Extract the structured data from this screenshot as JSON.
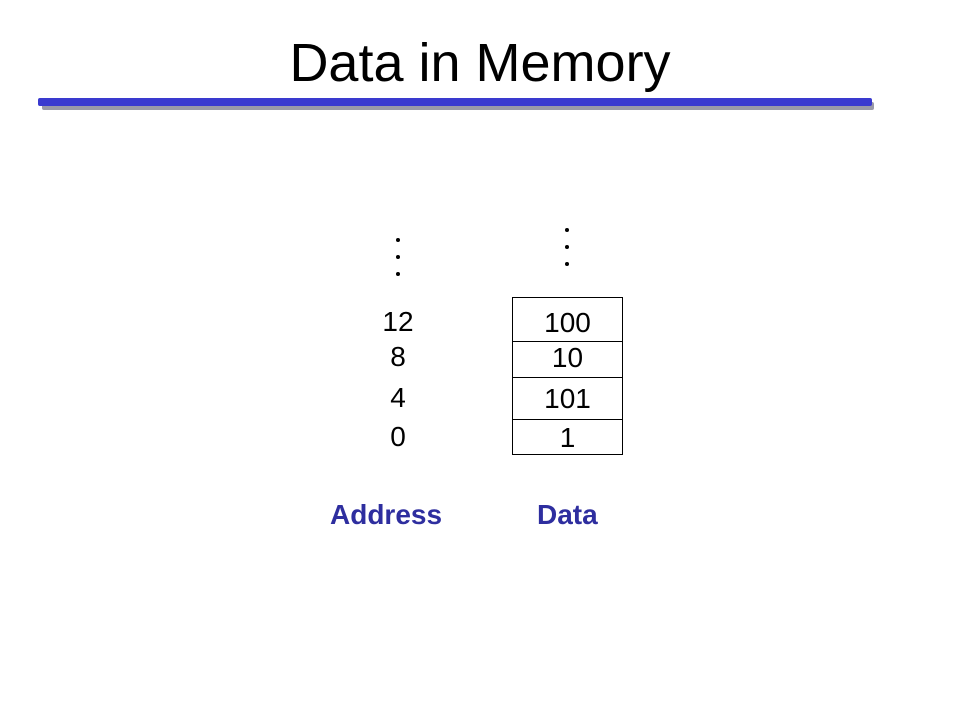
{
  "title": "Data in Memory",
  "addresses": [
    "12",
    "8",
    "4",
    "0"
  ],
  "data_values": [
    "100",
    "10",
    "101",
    "1"
  ],
  "labels": {
    "address": "Address",
    "data": "Data"
  },
  "colors": {
    "title_rule": "#3a3acf",
    "label_text": "#2e2e9f"
  }
}
